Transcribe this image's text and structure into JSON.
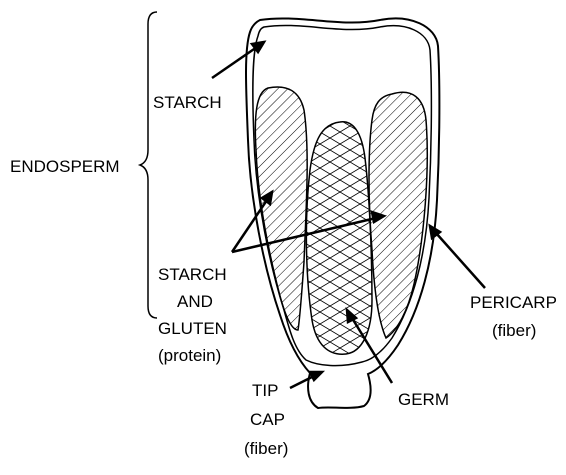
{
  "diagram": {
    "labels": {
      "endosperm": "ENDOSPERM",
      "starch": "STARCH",
      "starch_and_gluten": [
        "STARCH",
        "AND",
        "GLUTEN",
        "(protein)"
      ],
      "tip_cap": [
        "TIP",
        "CAP",
        "(fiber)"
      ],
      "germ": "GERM",
      "pericarp": [
        "PERICARP",
        "(fiber)"
      ]
    }
  }
}
